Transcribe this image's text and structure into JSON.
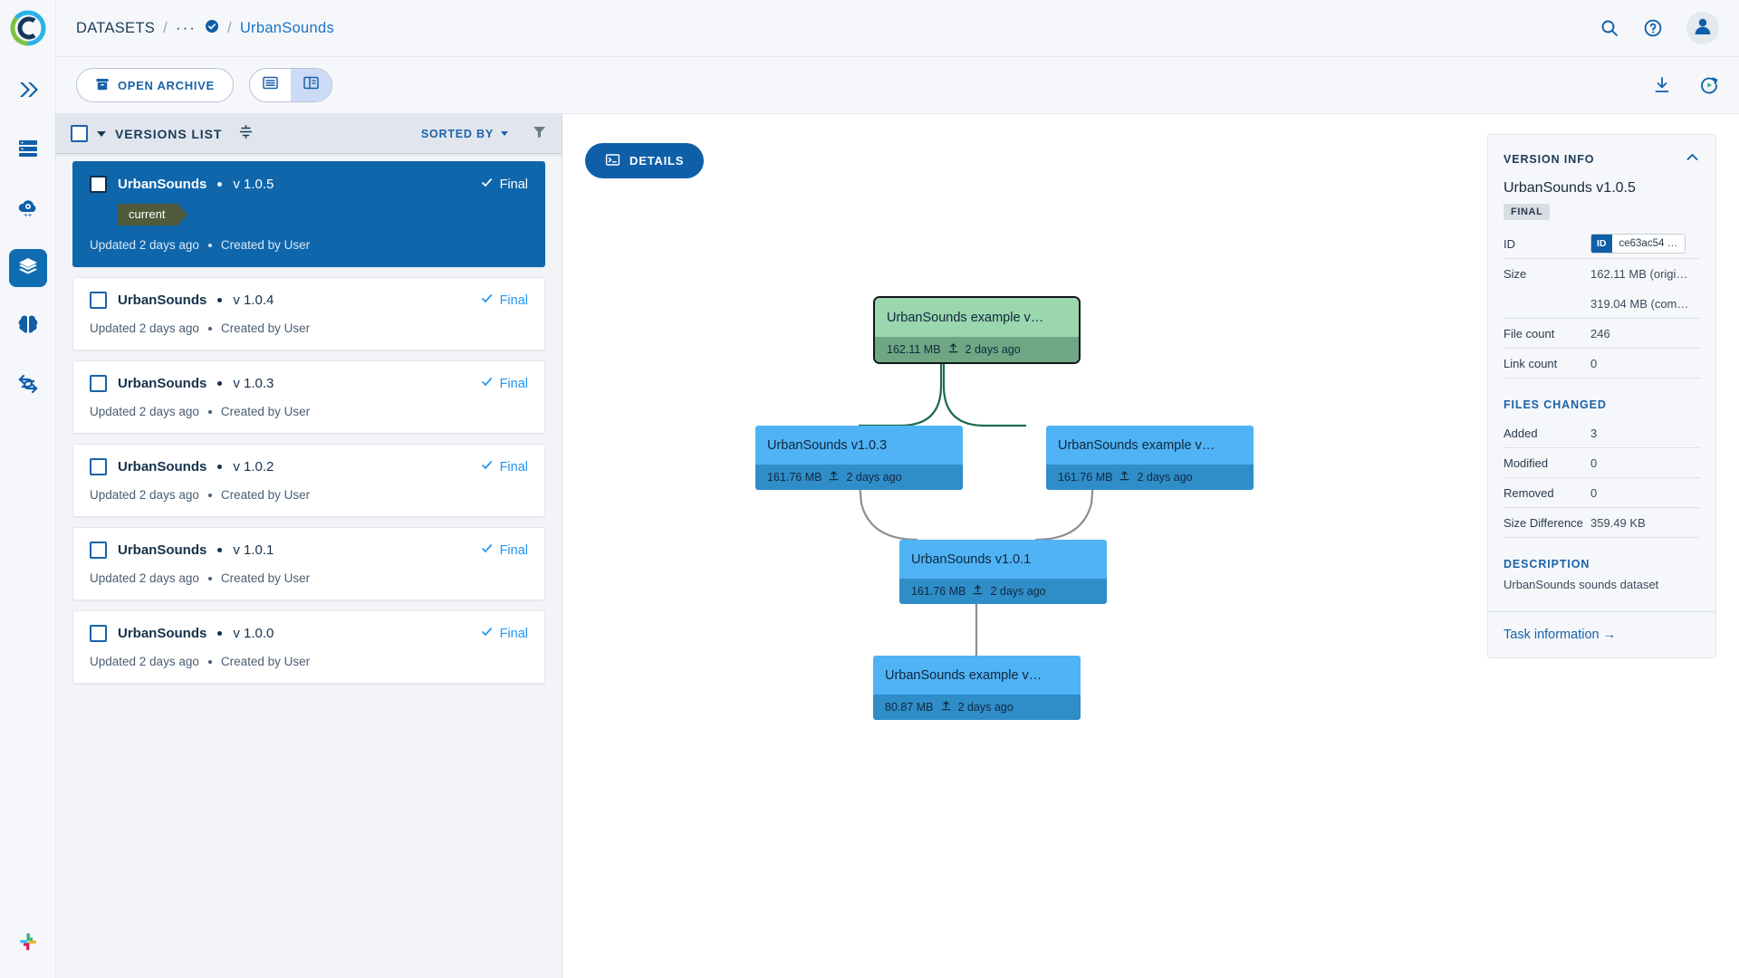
{
  "app": {
    "logo": "clearml-logo",
    "slack_icon": "slack-icon"
  },
  "rail": {
    "items": [
      {
        "name": "pipelines-icon",
        "icon": "double-chevron-icon",
        "active": false
      },
      {
        "name": "datasets-storage-icon",
        "icon": "server-icon",
        "active": false
      },
      {
        "name": "cloud-autoscaler-icon",
        "icon": "cloud-gear-icon",
        "active": false
      },
      {
        "name": "datasets-icon",
        "icon": "layers-icon",
        "active": true
      },
      {
        "name": "models-icon",
        "icon": "brain-icon",
        "active": false
      },
      {
        "name": "workflows-icon",
        "icon": "shuffle-icon",
        "active": false
      }
    ]
  },
  "topbar": {
    "breadcrumb": {
      "root": "DATASETS",
      "sep": "/",
      "dots": "···",
      "current": "UrbanSounds"
    },
    "search_icon": "search-icon",
    "help_icon": "help-circle-icon",
    "avatar_icon": "user-avatar-icon"
  },
  "toolbar": {
    "open_archive_label": "OPEN ARCHIVE",
    "archive_icon": "archive-box-icon",
    "view_list_icon": "list-view-icon",
    "view_split_icon": "split-view-icon",
    "download_icon": "download-icon",
    "refresh_icon": "auto-refresh-icon"
  },
  "versions_panel": {
    "header": {
      "title": "VERSIONS LIST",
      "compare_icon": "compare-icon",
      "sorted_by_label": "SORTED BY",
      "filter_icon": "filter-icon"
    },
    "items": [
      {
        "name": "UrbanSounds",
        "version": "v 1.0.5",
        "status": "Final",
        "tag": "current",
        "meta_updated": "Updated 2 days ago",
        "meta_created": "Created by User",
        "selected": true
      },
      {
        "name": "UrbanSounds",
        "version": "v 1.0.4",
        "status": "Final",
        "tag": null,
        "meta_updated": "Updated 2 days ago",
        "meta_created": "Created by User",
        "selected": false
      },
      {
        "name": "UrbanSounds",
        "version": "v 1.0.3",
        "status": "Final",
        "tag": null,
        "meta_updated": "Updated 2 days ago",
        "meta_created": "Created by User",
        "selected": false
      },
      {
        "name": "UrbanSounds",
        "version": "v 1.0.2",
        "status": "Final",
        "tag": null,
        "meta_updated": "Updated 2 days ago",
        "meta_created": "Created by User",
        "selected": false
      },
      {
        "name": "UrbanSounds",
        "version": "v 1.0.1",
        "status": "Final",
        "tag": null,
        "meta_updated": "Updated 2 days ago",
        "meta_created": "Created by User",
        "selected": false
      },
      {
        "name": "UrbanSounds",
        "version": "v 1.0.0",
        "status": "Final",
        "tag": null,
        "meta_updated": "Updated 2 days ago",
        "meta_created": "Created by User",
        "selected": false
      }
    ]
  },
  "graph": {
    "details_label": "DETAILS",
    "details_icon": "console-icon",
    "upload_icon": "upload-icon",
    "nodes": [
      {
        "title": "UrbanSounds example v…",
        "size": "162.11 MB",
        "age": "2 days ago",
        "color": "green",
        "selected": true
      },
      {
        "title": "UrbanSounds v1.0.3",
        "size": "161.76 MB",
        "age": "2 days ago",
        "color": "blue",
        "selected": false
      },
      {
        "title": "UrbanSounds example v…",
        "size": "161.76 MB",
        "age": "2 days ago",
        "color": "blue",
        "selected": false
      },
      {
        "title": "UrbanSounds v1.0.1",
        "size": "161.76 MB",
        "age": "2 days ago",
        "color": "blue",
        "selected": false
      },
      {
        "title": "UrbanSounds example v…",
        "size": "80.87 MB",
        "age": "2 days ago",
        "color": "blue",
        "selected": false
      }
    ]
  },
  "info_panel": {
    "section_title": "VERSION INFO",
    "collapse_icon": "chevron-up-icon",
    "version_title": "UrbanSounds v1.0.5",
    "badge": "FINAL",
    "rows": [
      {
        "key": "ID",
        "value": "ce63ac54 …",
        "chip": "ID"
      },
      {
        "key": "Size",
        "value": "162.11 MB (origi…"
      },
      {
        "key": "",
        "value": "319.04 MB (com…"
      },
      {
        "key": "File count",
        "value": "246"
      },
      {
        "key": "Link count",
        "value": "0"
      }
    ],
    "files_changed_title": "FILES CHANGED",
    "files_changed": [
      {
        "key": "Added",
        "value": "3"
      },
      {
        "key": "Modified",
        "value": "0"
      },
      {
        "key": "Removed",
        "value": "0"
      },
      {
        "key": "Size Difference",
        "value": "359.49 KB"
      }
    ],
    "description_title": "DESCRIPTION",
    "description": "UrbanSounds sounds dataset",
    "task_link": "Task information →"
  },
  "colors": {
    "brand_blue": "#0f5fa8",
    "link_blue": "#1a62a8",
    "selected_row": "#0f66ab",
    "node_blue": "#4fb3f5",
    "node_blue_dark": "#2f8dc8",
    "node_green": "#9ad6ae",
    "node_green_dark": "#6fa683",
    "tag_olive": "#4f5b3a",
    "status_blue": "#2196f3"
  }
}
